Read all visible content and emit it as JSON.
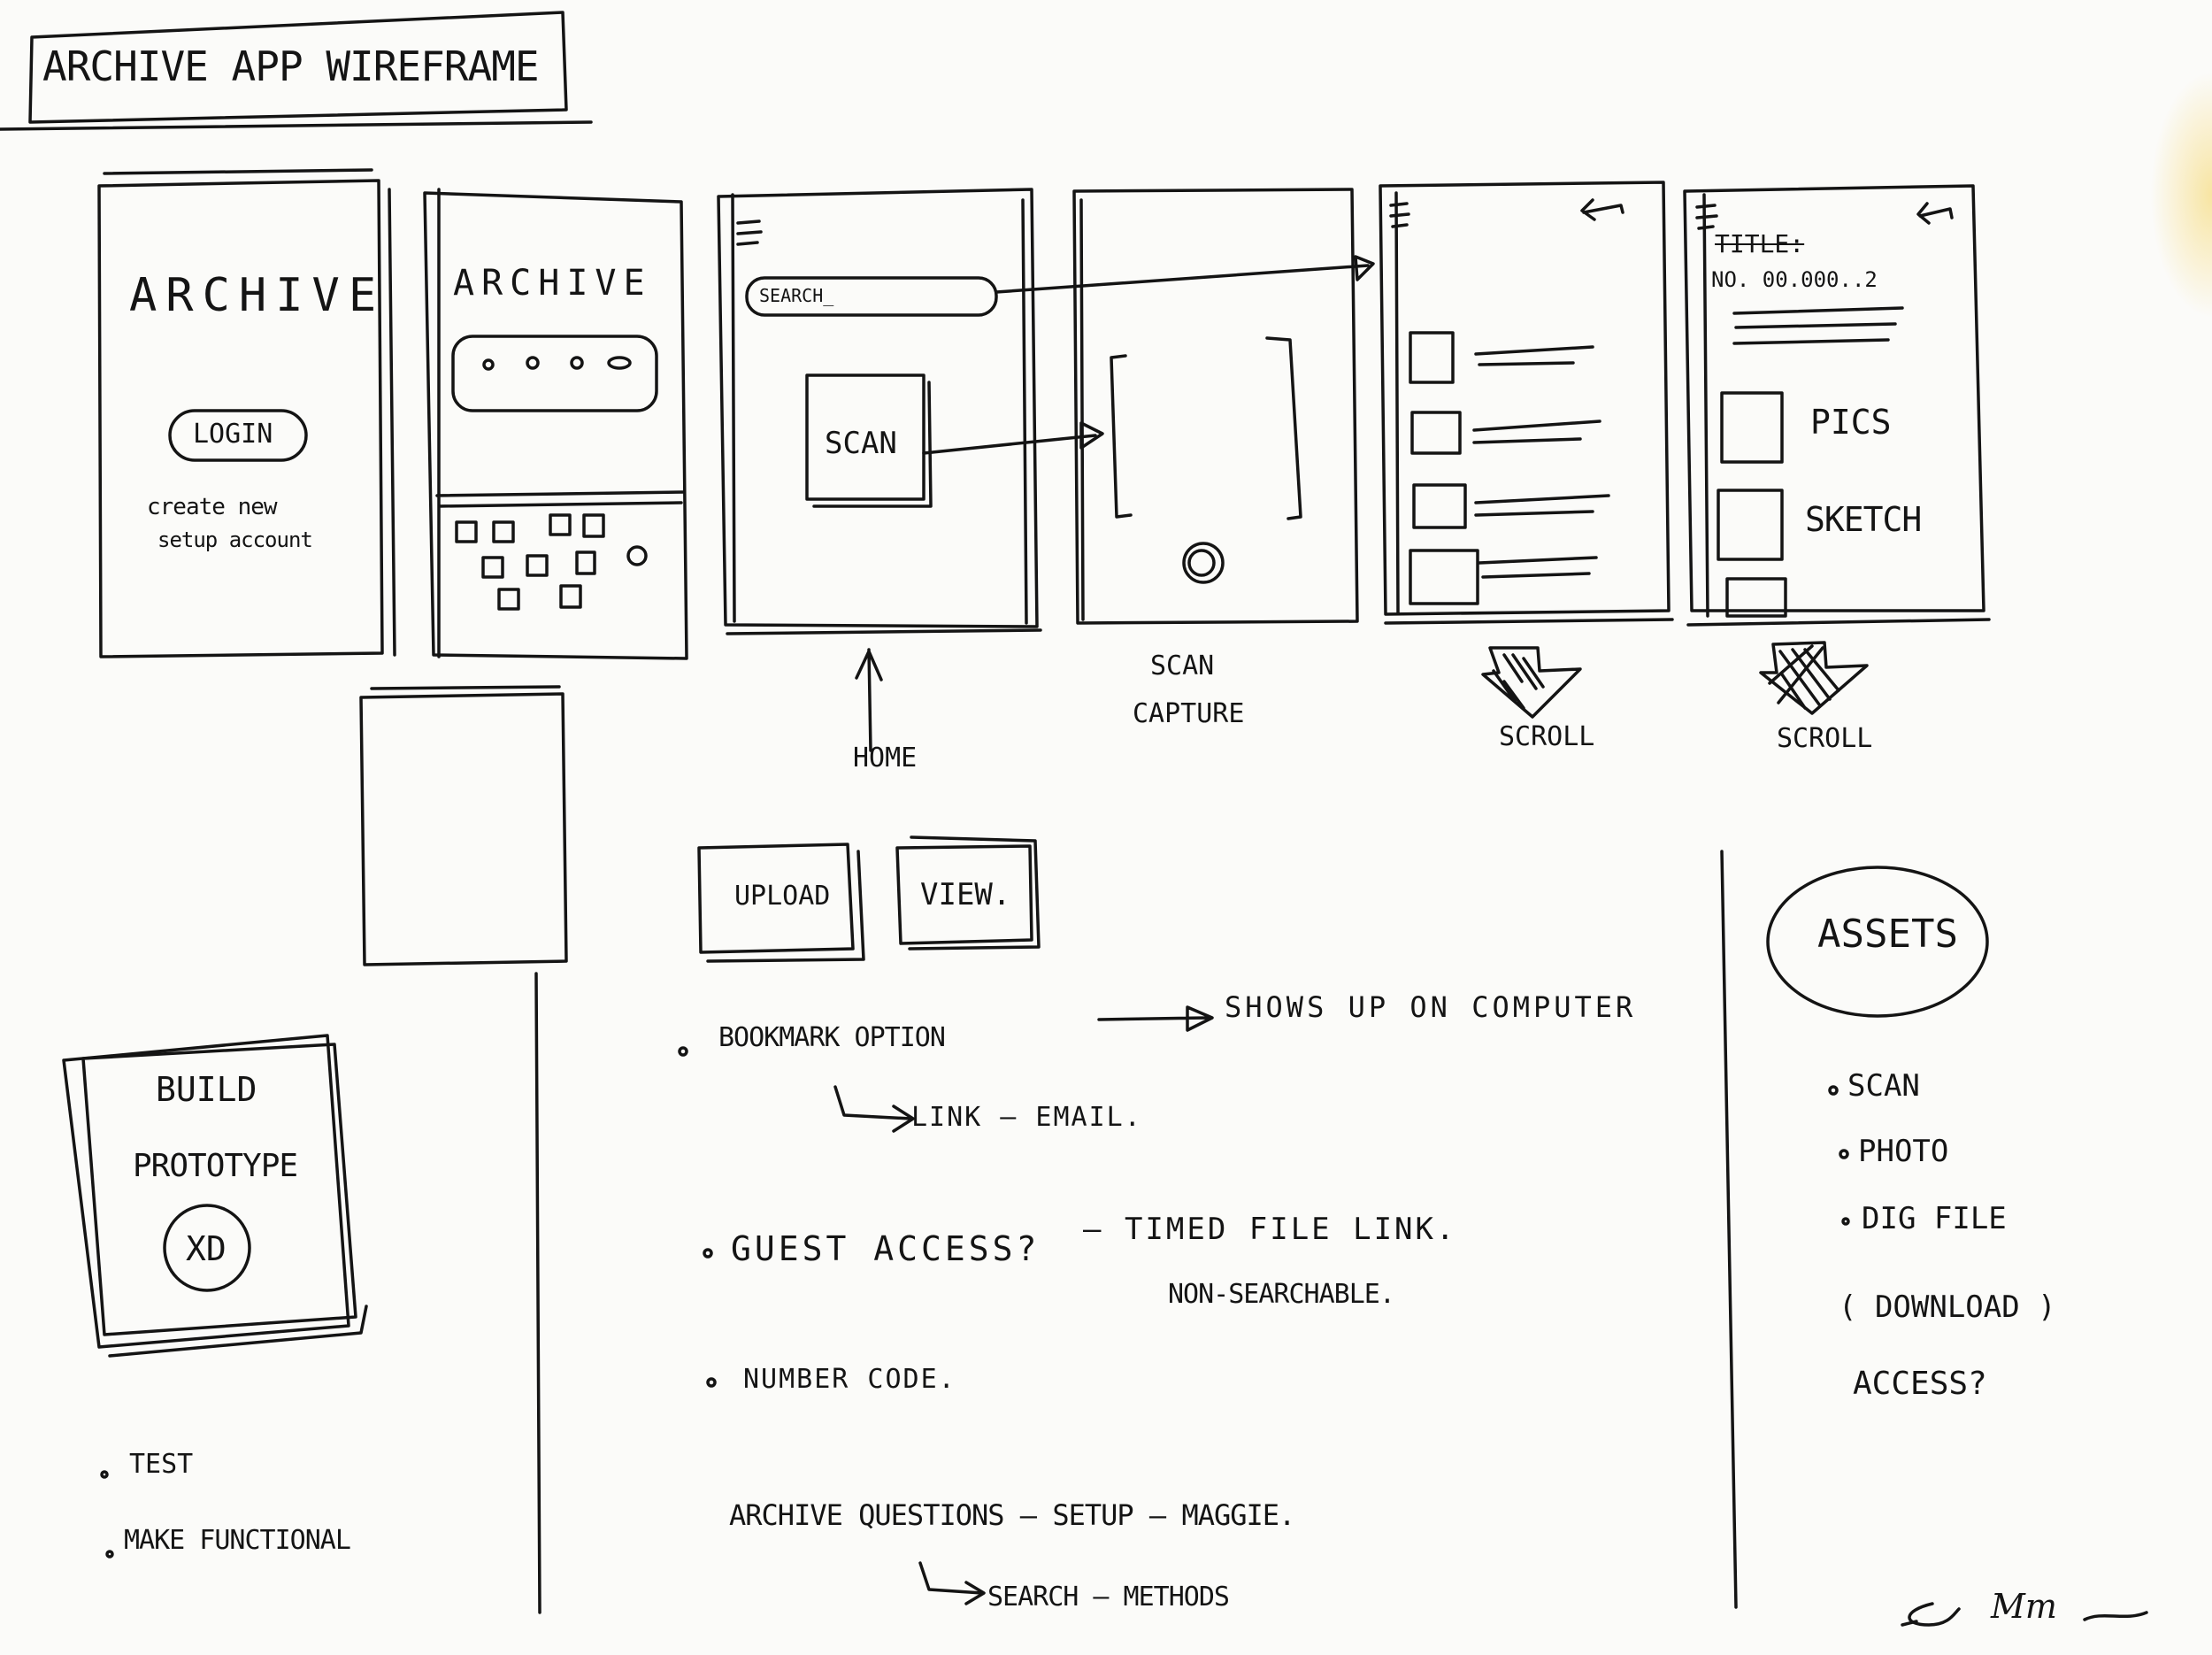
{
  "title": "ARCHIVE APP WIREFRAME",
  "screens": {
    "login": {
      "logo": "ARCHIVE",
      "login_button": "LOGIN",
      "note_line1": "create new",
      "note_line2": "setup account"
    },
    "menu": {
      "logo": "ARCHIVE"
    },
    "home": {
      "search_placeholder": "SEARCH_",
      "scan_button": "SCAN"
    },
    "detail": {
      "title_label": "TITLE:",
      "number_label": "NO. 00.000..2",
      "pics_label": "PICS",
      "sketch_label": "SKETCH"
    }
  },
  "labels": {
    "home": "HOME",
    "scan_capture_line1": "SCAN",
    "scan_capture_line2": "CAPTURE",
    "scroll_1": "SCROLL",
    "scroll_2": "SCROLL"
  },
  "buttons": {
    "upload": "UPLOAD",
    "view": "VIEW."
  },
  "notes": {
    "bookmark": "BOOKMARK OPTION",
    "shows_up": "SHOWS UP ON COMPUTER",
    "link_email": "LINK — EMAIL.",
    "guest_access": "GUEST ACCESS?",
    "timed_link": "– TIMED FILE LINK.",
    "non_searchable": "NON-SEARCHABLE.",
    "number_code": "NUMBER CODE.",
    "archive_questions": "ARCHIVE QUESTIONS – SETUP – MAGGIE.",
    "search_methods": "SEARCH – METHODS"
  },
  "build": {
    "line1": "BUILD",
    "line2": "PROTOTYPE",
    "badge": "XD"
  },
  "tasks": [
    "TEST",
    "MAKE FUNCTIONAL"
  ],
  "assets": {
    "heading": "ASSETS",
    "items": [
      "SCAN",
      "PHOTO",
      "DIG FILE"
    ],
    "extra_line1": "( DOWNLOAD )",
    "extra_line2": "ACCESS?"
  },
  "signature": "Mm"
}
